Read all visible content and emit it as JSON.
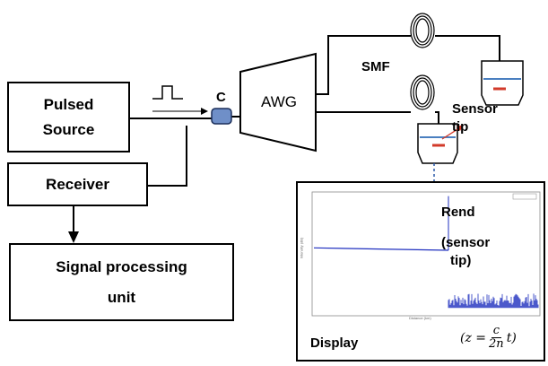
{
  "blocks": {
    "pulsed_source_line1": "Pulsed",
    "pulsed_source_line2": "Source",
    "receiver": "Receiver",
    "signal_processing_line1": "Signal processing",
    "signal_processing_line2": "unit",
    "awg": "AWG",
    "coupler": "C",
    "smf": "SMF",
    "sensor_line1": "Sensor",
    "sensor_line2": "tip"
  },
  "display": {
    "title": "Display",
    "annotation_line1": "Rend",
    "annotation_line2": "(sensor",
    "annotation_line3": "tip)",
    "formula_prefix": "(z =",
    "formula_num": "c",
    "formula_den": "2n",
    "formula_suffix": "t)"
  },
  "colors": {
    "coupler_fill": "#6f8fc8",
    "trace": "#1f2fbf",
    "liquid": "#4a7fc0",
    "sensor_mark": "#d23a2a",
    "dashed_link": "#2b5aa8"
  },
  "chart_data": {
    "type": "line",
    "title": "",
    "xlabel": "Distance (km)",
    "ylabel": "Intensity (dB)",
    "series": [
      {
        "values": [
          0.55,
          0.53
        ]
      },
      {
        "values": [
          0.12,
          0.05
        ]
      }
    ],
    "x": [
      0,
      0.6,
      1.0
    ],
    "legend": "top-right"
  }
}
